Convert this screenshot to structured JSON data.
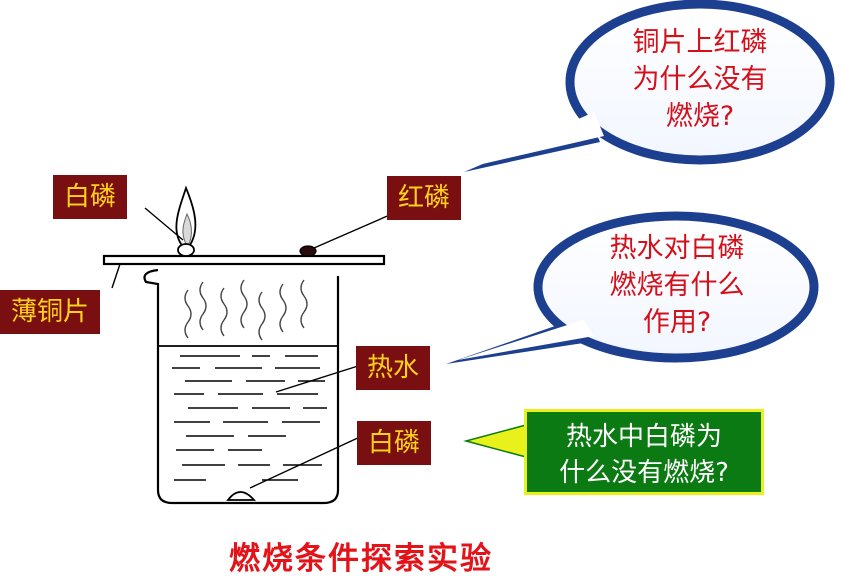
{
  "labels": {
    "white_phosphorus_top": "白磷",
    "red_phosphorus": "红磷",
    "copper_sheet": "薄铜片",
    "hot_water": "热水",
    "white_phosphorus_water": "白磷"
  },
  "bubbles": {
    "red_phosphorus_question": [
      "铜片上红磷",
      "为什么没有",
      "燃烧?"
    ],
    "hot_water_question": [
      "热水对白磷",
      "燃烧有什么",
      "作用?"
    ]
  },
  "callout": {
    "lines": [
      "热水中白磷为",
      "什么没有燃烧?"
    ]
  },
  "caption": "燃烧条件探索实验",
  "colors": {
    "label_bg": "#7a0f12",
    "label_text": "#ffd21a",
    "bubble_text": "#d4101a",
    "bubble_border": "#1d3f8f",
    "callout_bg": "#0b7a12",
    "callout_border": "#e8f21a",
    "caption": "#e3131a"
  }
}
